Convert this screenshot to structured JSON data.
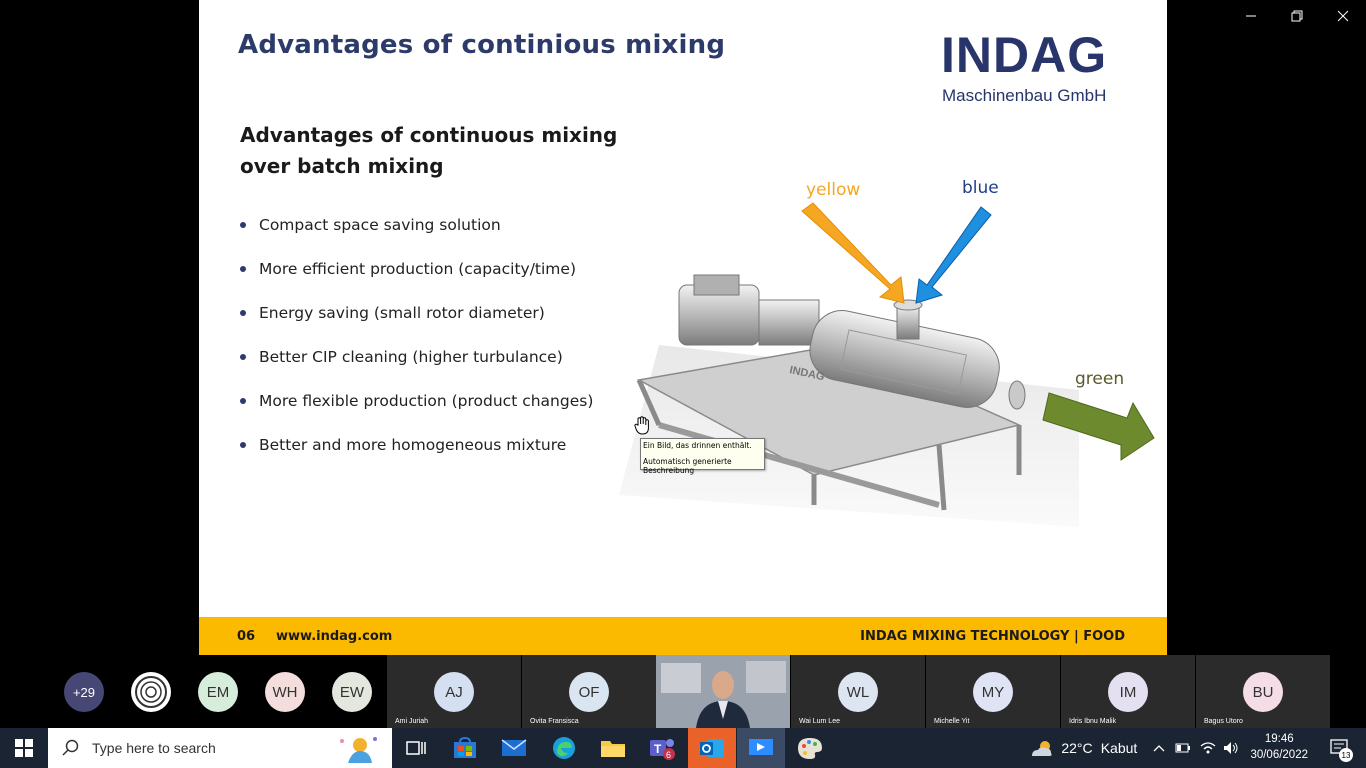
{
  "slide": {
    "title": "Advantages of continious mixing",
    "logo": {
      "main": "INDAG",
      "sub": "Maschinenbau GmbH"
    },
    "subheading": "Advantages of continuous mixing over batch mixing",
    "bullets": [
      "Compact space saving solution",
      "More efficient production (capacity/time)",
      "Energy saving (small rotor diameter)",
      "Better CIP cleaning (higher turbulance)",
      "More flexible production (product changes)",
      "Better and more homogeneous  mixture"
    ],
    "diagram_labels": {
      "yellow": "yellow",
      "blue": "blue",
      "green": "green"
    },
    "machine_stamp": "INDAG",
    "tooltip": {
      "line1": "Ein Bild, das drinnen enthält.",
      "line2": "Automatisch generierte Beschreibung"
    },
    "footer": {
      "page": "06",
      "url": "www.indag.com",
      "tag": "INDAG MIXING TECHNOLOGY  | FOOD"
    }
  },
  "participants": {
    "more_count": "+29",
    "avatars": [
      {
        "initials": "EM",
        "color": "#d6eddc"
      },
      {
        "initials": "WH",
        "color": "#f4dedd"
      },
      {
        "initials": "EW",
        "color": "#e3e7de"
      }
    ],
    "tiles": [
      {
        "initials": "AJ",
        "name": "Ami Juriah",
        "color": "#d5dff2"
      },
      {
        "initials": "OF",
        "name": "Ovita Fransisca",
        "color": "#d9e6f2"
      },
      {
        "initials": "WL",
        "name": "Wai Lum Lee",
        "color": "#dde5f2"
      },
      {
        "initials": "MY",
        "name": "Michelle Yit",
        "color": "#dfe4f5"
      },
      {
        "initials": "IM",
        "name": "Idris Ibnu Malik",
        "color": "#e4e0f2"
      },
      {
        "initials": "BU",
        "name": "Bagus Utoro",
        "color": "#f4dde6"
      }
    ]
  },
  "taskbar": {
    "search_placeholder": "Type here to search",
    "weather": {
      "temp": "22°C",
      "condition": "Kabut"
    },
    "time": "19:46",
    "date": "30/06/2022",
    "notifications": "13"
  },
  "colors": {
    "accent_yellow": "#fbb900",
    "brand_blue": "#28356a",
    "arrow_yellow": "#f5a623",
    "arrow_blue": "#1f8fe0",
    "arrow_green": "#6e8a2e"
  }
}
